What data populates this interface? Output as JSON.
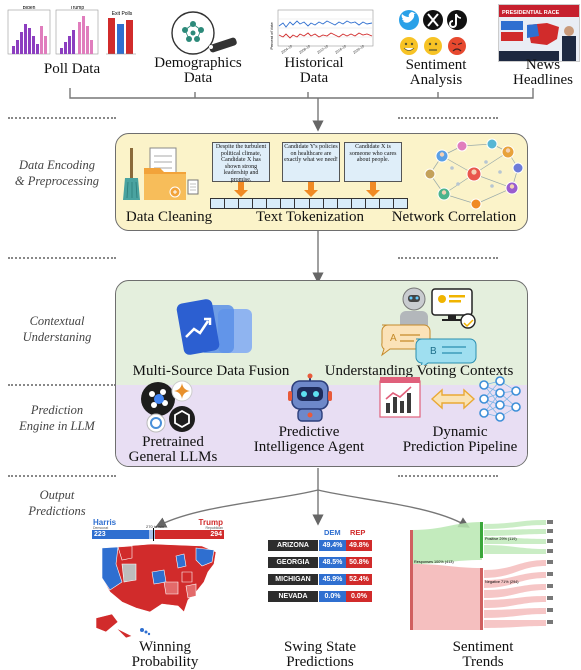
{
  "sources": {
    "poll_data": "Poll Data",
    "demographics_line1": "Demographics",
    "demographics_line2": "Data",
    "historical_line1": "Historical",
    "historical_line2": "Data",
    "sentiment_line1": "Sentiment",
    "sentiment_line2": "Analysis",
    "news_line1": "News",
    "news_line2": "Headlines",
    "poll_chart_titles": [
      "Biden",
      "Trump",
      "Exit Polls"
    ],
    "historical_ylabel": "Percent of Vote",
    "news_banner": "PRESIDENTIAL RACE"
  },
  "sections": {
    "encoding": "Data Encoding\n& Preprocessing",
    "contextual": "Contextual\nUnderstaning",
    "prediction": "Prediction\nEngine in LLM",
    "output": "Output\nPredictions"
  },
  "encoding": {
    "data_cleaning": "Data Cleaning",
    "text_tokenization": "Text Tokenization",
    "network_correlation": "Network Correlation",
    "doc1": "Despite the turbulent political climate, Candidate X has shown strong leadership and promise.",
    "doc2": "Candidate Y's policies on healthcare are exactly what we need!",
    "doc3": "Candidate X is someone who cares about people."
  },
  "contextual": {
    "fusion": "Multi-Source Data Fusion",
    "voting": "Understanding Voting Contexts",
    "bubble_a": "A",
    "bubble_b": "B"
  },
  "prediction": {
    "llms_line1": "Pretrained",
    "llms_line2": "General LLMs",
    "agent_line1": "Predictive",
    "agent_line2": "Intelligence Agent",
    "pipeline_line1": "Dynamic",
    "pipeline_line2": "Prediction Pipeline"
  },
  "outputs": {
    "winning_line1": "Winning",
    "winning_line2": "Probability",
    "swing_line1": "Swing State",
    "swing_line2": "Predictions",
    "sentiment_line1": "Sentiment",
    "sentiment_line2": "Trends"
  },
  "map": {
    "harris": "Harris",
    "harris_sub": "Democrat",
    "harris_votes": "223",
    "trump": "Trump",
    "trump_sub": "Republican",
    "trump_votes": "294",
    "to_win": "270 to win"
  },
  "swing": {
    "header_dem": "DEM",
    "header_rep": "REP",
    "rows": [
      {
        "state": "ARIZONA",
        "dem": "49.4%",
        "rep": "49.8%"
      },
      {
        "state": "GEORGIA",
        "dem": "48.5%",
        "rep": "50.8%"
      },
      {
        "state": "MICHIGAN",
        "dem": "45.9%",
        "rep": "52.4%"
      },
      {
        "state": "NEVADA",
        "dem": "0.0%",
        "rep": "0.0%"
      }
    ]
  },
  "sankey": {
    "responses": "Responses 100% (413)",
    "positive": "Positive 29% (119)",
    "negative": "Negative 71% (294)"
  },
  "colors": {
    "encoding_panel": "#fbf3c9",
    "context_panel": "#e4efdd",
    "prediction_panel": "#e8def3",
    "dem_blue": "#2f6fd0",
    "rep_red": "#d42a2a",
    "arrow": "#666666"
  }
}
